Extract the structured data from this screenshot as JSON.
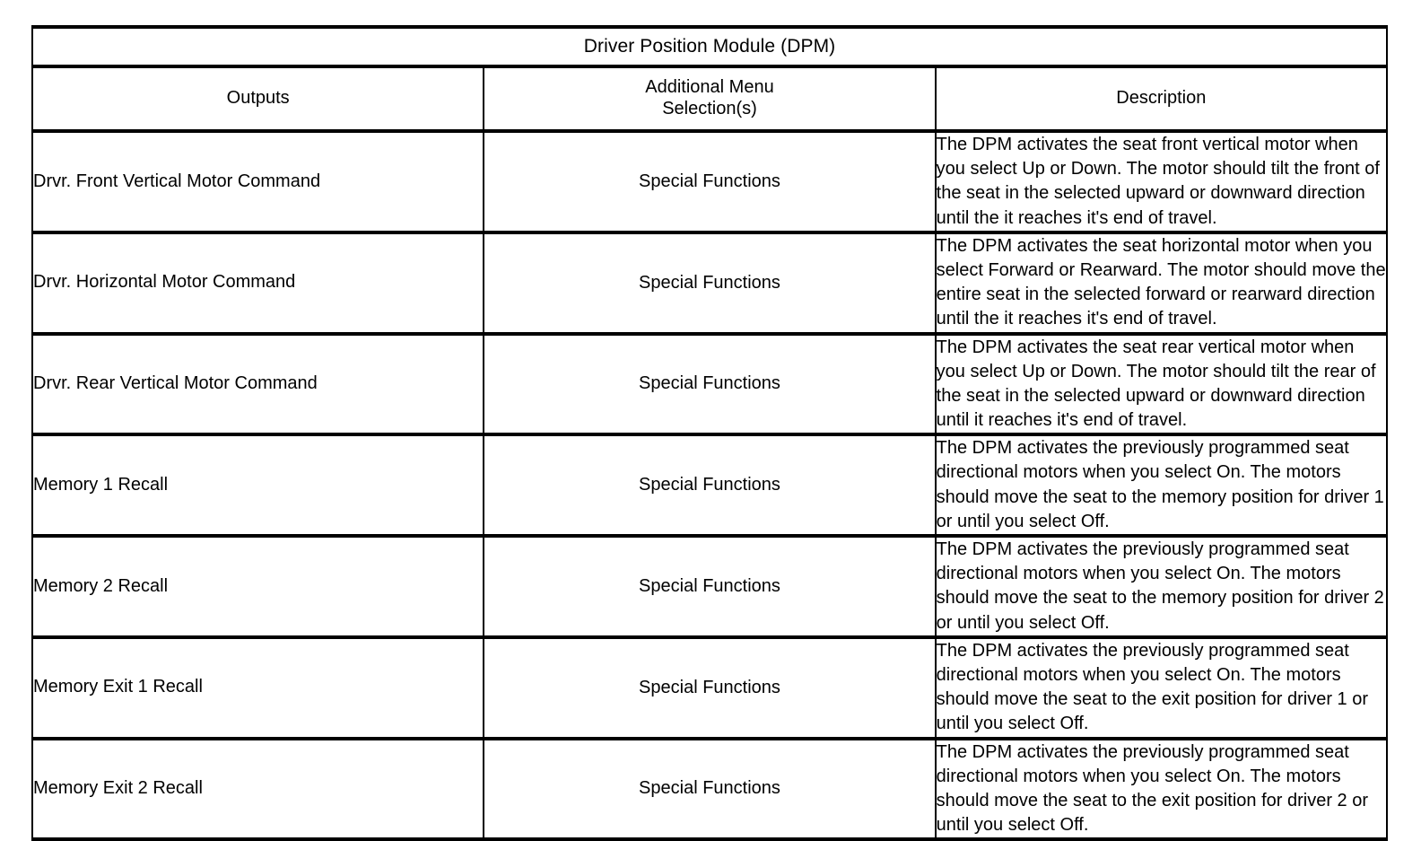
{
  "document": {
    "title": "Driver Position Module (DPM)"
  },
  "table": {
    "caption": "Driver Position Module (DPM)",
    "columns": [
      {
        "key": "outputs",
        "label": "Outputs"
      },
      {
        "key": "menu",
        "label": "Additional Menu Selection(s)"
      },
      {
        "key": "description",
        "label": "Description"
      }
    ],
    "column_label_lines": {
      "menu_line1": "Additional Menu",
      "menu_line2": "Selection(s)"
    },
    "rows": [
      {
        "outputs": "Drvr. Front Vertical Motor Command",
        "menu": "Special Functions",
        "description": "The DPM activates the seat front vertical motor when you select Up or Down. The motor should tilt the front of the seat in the selected upward or downward direction until the it reaches it's end of travel."
      },
      {
        "outputs": "Drvr. Horizontal Motor Command",
        "menu": "Special Functions",
        "description": "The DPM activates the seat horizontal motor when you select Forward or Rearward. The motor should move the entire seat in the selected forward or rearward direction until the it reaches it's end of travel."
      },
      {
        "outputs": "Drvr. Rear Vertical Motor Command",
        "menu": "Special Functions",
        "description": "The DPM activates the seat rear vertical motor when you select Up or Down. The motor should tilt the rear of the seat in the selected upward or downward direction until it reaches it's end of travel."
      },
      {
        "outputs": "Memory 1 Recall",
        "menu": "Special Functions",
        "description": "The DPM activates the previously programmed seat directional motors when you select On. The motors should move the seat to the memory position for driver 1 or until you select Off."
      },
      {
        "outputs": "Memory 2 Recall",
        "menu": "Special Functions",
        "description": "The DPM activates the previously programmed seat directional motors when you select On. The motors should move the seat to the memory position for driver 2 or until you select Off."
      },
      {
        "outputs": "Memory Exit 1 Recall",
        "menu": "Special Functions",
        "description": "The DPM activates the previously programmed seat directional motors when you select On. The motors should move the seat to the exit position for driver 1 or until you select Off."
      },
      {
        "outputs": "Memory Exit 2 Recall",
        "menu": "Special Functions",
        "description": "The DPM activates the previously programmed seat directional motors when you select On. The motors should move the seat to the exit position for driver 2 or until you select Off."
      }
    ]
  },
  "colors": {
    "text": "#000000",
    "border": "#000000",
    "background": "#ffffff"
  }
}
